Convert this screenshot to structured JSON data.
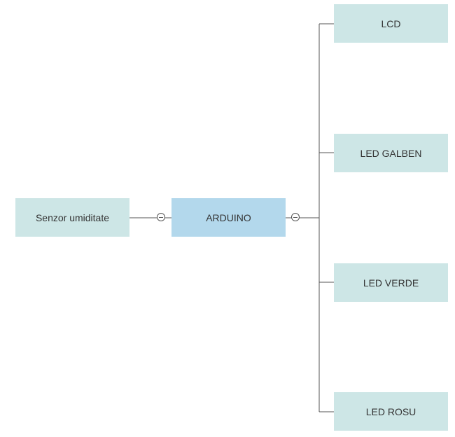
{
  "diagram": {
    "nodes": {
      "sensor": {
        "label": "Senzor umiditate"
      },
      "arduino": {
        "label": "ARDUINO"
      },
      "lcd": {
        "label": "LCD"
      },
      "led_yellow": {
        "label": "LED GALBEN"
      },
      "led_green": {
        "label": "LED VERDE"
      },
      "led_red": {
        "label": "LED ROSU"
      }
    },
    "edges": [
      {
        "from": "sensor",
        "to": "arduino"
      },
      {
        "from": "arduino",
        "to": "lcd"
      },
      {
        "from": "arduino",
        "to": "led_yellow"
      },
      {
        "from": "arduino",
        "to": "led_green"
      },
      {
        "from": "arduino",
        "to": "led_red"
      }
    ],
    "colors": {
      "leaf_fill": "#cde6e6",
      "root_fill": "#b3d8ec",
      "connector": "#555555",
      "text": "#333333"
    }
  }
}
